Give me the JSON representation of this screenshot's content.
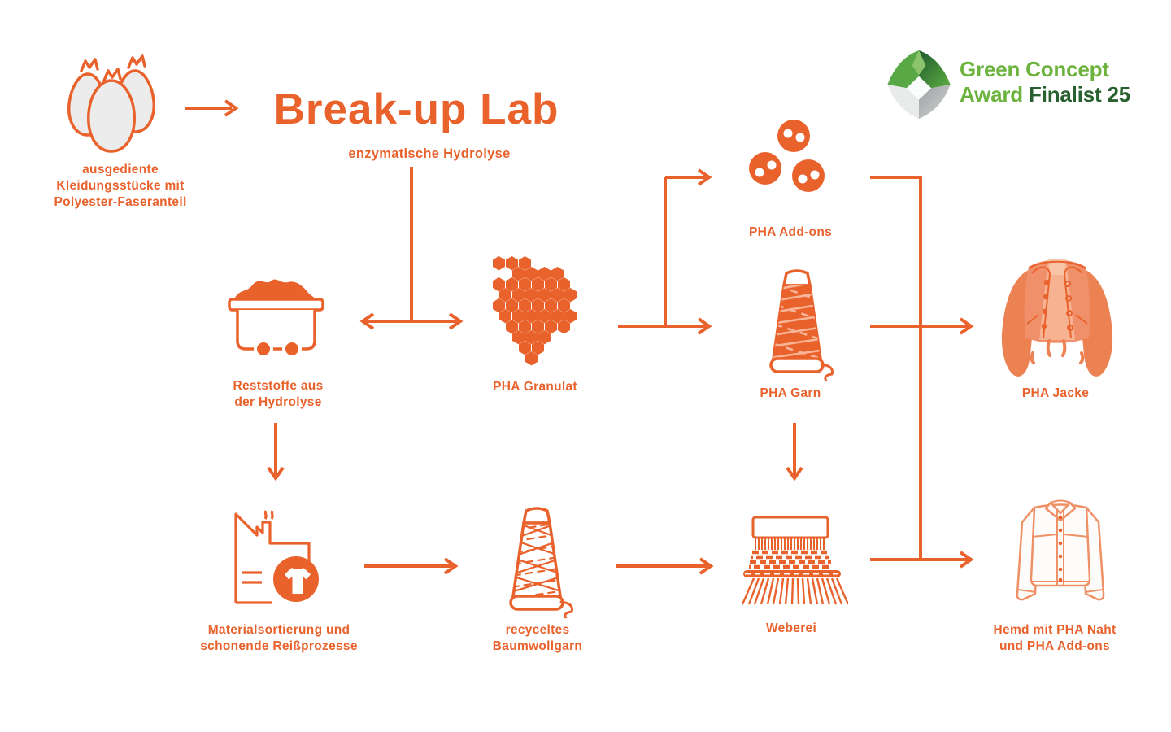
{
  "title": "Break-up Lab",
  "subtitle": "enzymatische Hydrolyse",
  "labels": {
    "bags": "ausgediente\nKleidungsstücke mit\nPolyester-Faseranteil",
    "reststoffe": "Reststoffe aus\nder Hydrolyse",
    "granulat": "PHA Granulat",
    "addons": "PHA Add-ons",
    "garn": "PHA Garn",
    "jacke": "PHA Jacke",
    "material": "Materialsortierung und\nschonende Reißprozesse",
    "baumwollgarn": "recyceltes\nBaumwollgarn",
    "weberei": "Weberei",
    "hemd": "Hemd mit PHA Naht\nund PHA Add-ons"
  },
  "award": {
    "line1": "Green Concept",
    "award_word": "Award",
    "finalist": "Finalist 25"
  },
  "colors": {
    "orange": "#e9622c",
    "jacket_body": "#f0906a",
    "jacket_sleeve": "#ec8152",
    "jacket_panel": "#f6b291",
    "shirt_outline": "#ee9166",
    "bag_fill": "#ececec",
    "award_green": "#6cb33e",
    "award_dark_green": "#28612f"
  },
  "icons": {
    "bags": "waste-bags-icon",
    "cart": "residue-cart-icon",
    "granulat": "hexagon-granulate-icon",
    "addons": "buttons-icon",
    "garn": "yarn-cone-filled-icon",
    "baumwollgarn": "yarn-cone-outline-icon",
    "factory": "factory-sorting-icon",
    "weberei": "weaving-loom-icon",
    "jacke": "jacket-icon",
    "hemd": "shirt-icon",
    "award_gem": "award-gem-icon"
  }
}
